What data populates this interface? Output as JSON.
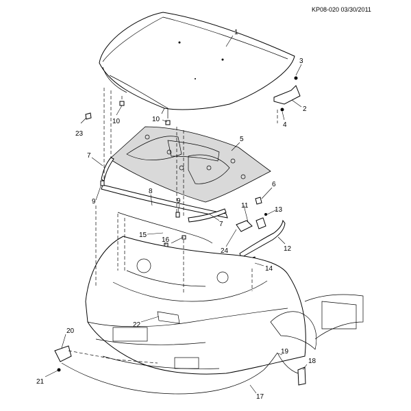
{
  "reference": "KP08-020 03/30/2011",
  "callouts": [
    "1",
    "2",
    "3",
    "4",
    "5",
    "6",
    "7",
    "8",
    "9",
    "10",
    "11",
    "12",
    "13",
    "14",
    "15",
    "16",
    "17",
    "18",
    "19",
    "20",
    "21",
    "22",
    "23",
    "24"
  ]
}
